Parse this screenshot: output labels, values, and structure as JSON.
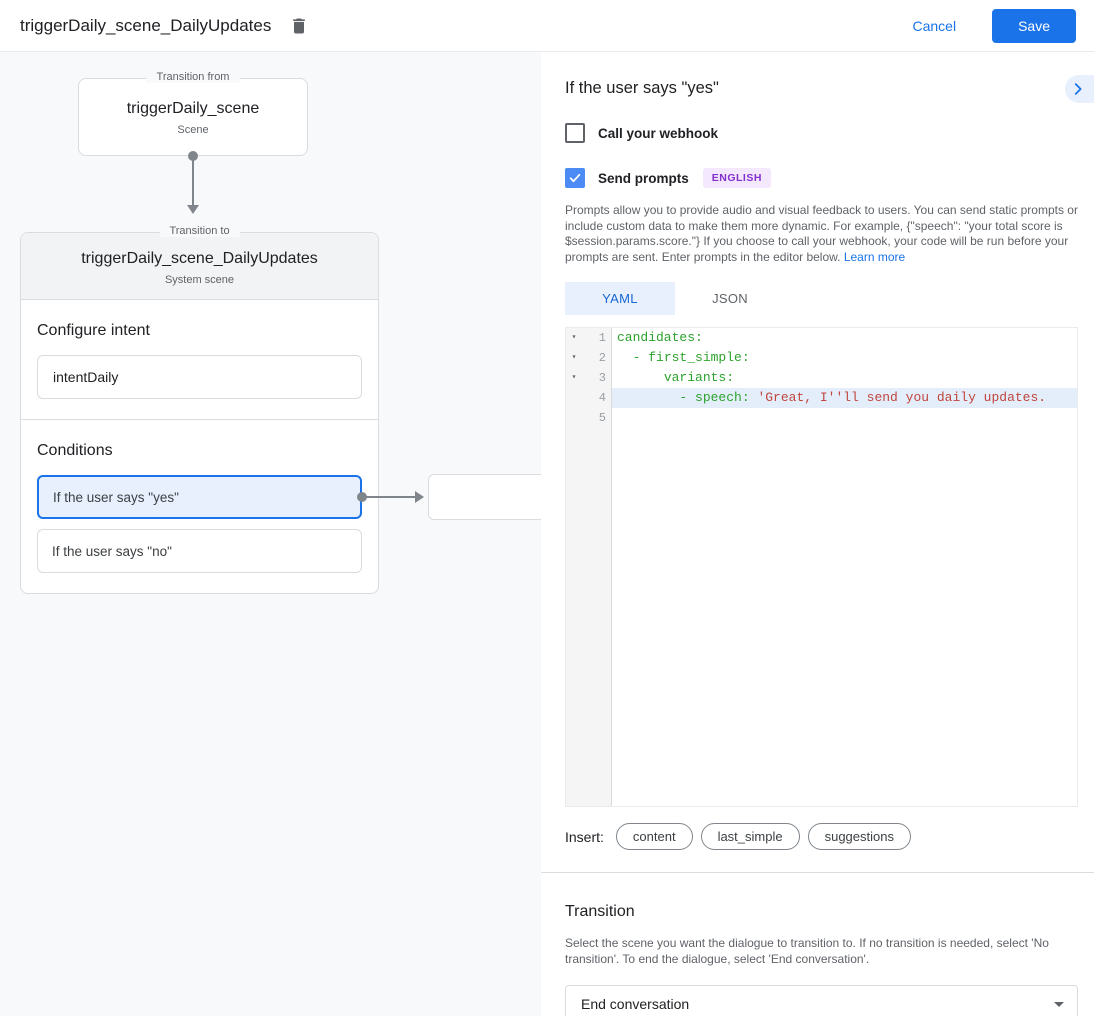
{
  "colors": {
    "accent_blue": "#1a73e8",
    "checkbox_checked_blue": "#4c8bf5",
    "selected_condition_bg": "#e8f0fe",
    "selected_condition_border": "#1a73e8",
    "badge_bg": "#f3e8fd",
    "badge_text": "#8430ce",
    "code_key_green": "#2ca32c",
    "code_string_red": "#c1453e",
    "code_line_highlight": "#e4eefb",
    "canvas_bg": "#f8f9fa",
    "connector_gray": "#80868b"
  },
  "header": {
    "title": "triggerDaily_scene_DailyUpdates",
    "delete_icon": "trash-icon",
    "cancel_label": "Cancel",
    "save_label": "Save"
  },
  "diagram": {
    "from_box": {
      "legend": "Transition from",
      "name": "triggerDaily_scene",
      "type": "Scene"
    },
    "to_box": {
      "legend": "Transition to",
      "name": "triggerDaily_scene_DailyUpdates",
      "type": "System scene",
      "configure_intent_label": "Configure intent",
      "intent_value": "intentDaily",
      "conditions_label": "Conditions",
      "conditions": [
        {
          "label": "If the user says \"yes\"",
          "selected": true
        },
        {
          "label": "If the user says \"no\"",
          "selected": false
        }
      ]
    }
  },
  "panel": {
    "title": "If the user says \"yes\"",
    "collapse_icon": "chevron-right-icon",
    "webhook": {
      "label": "Call your webhook",
      "checked": false
    },
    "prompts": {
      "label": "Send prompts",
      "checked": true,
      "language_badge": "ENGLISH"
    },
    "description": "Prompts allow you to provide audio and visual feedback to users. You can send static prompts or include custom data to make them more dynamic. For example, {\"speech\": \"your total score is $session.params.score.\"} If you choose to call your webhook, your code will be run before your prompts are sent. Enter prompts in the editor below.",
    "learn_more_label": "Learn more",
    "tabs": [
      {
        "label": "YAML",
        "active": true
      },
      {
        "label": "JSON",
        "active": false
      }
    ],
    "editor": {
      "gutter_fold_icon": "▾",
      "lines": [
        {
          "num": "1",
          "fold": true,
          "highlighted": false,
          "indent": "",
          "key": "candidates:",
          "str": ""
        },
        {
          "num": "2",
          "fold": true,
          "highlighted": false,
          "indent": "  ",
          "key": "- first_simple:",
          "str": ""
        },
        {
          "num": "3",
          "fold": true,
          "highlighted": false,
          "indent": "      ",
          "key": "variants:",
          "str": ""
        },
        {
          "num": "4",
          "fold": false,
          "highlighted": true,
          "indent": "        ",
          "key": "- speech: ",
          "str": "'Great, I''ll send you daily updates."
        },
        {
          "num": "5",
          "fold": false,
          "highlighted": false,
          "indent": "",
          "key": "",
          "str": ""
        }
      ]
    },
    "insert": {
      "label": "Insert:",
      "buttons": [
        "content",
        "last_simple",
        "suggestions"
      ]
    },
    "transition": {
      "title": "Transition",
      "description": "Select the scene you want the dialogue to transition to. If no transition is needed, select 'No transition'. To end the dialogue, select 'End conversation'.",
      "select_value": "End conversation",
      "dropdown_icon": "caret-down-icon"
    }
  }
}
